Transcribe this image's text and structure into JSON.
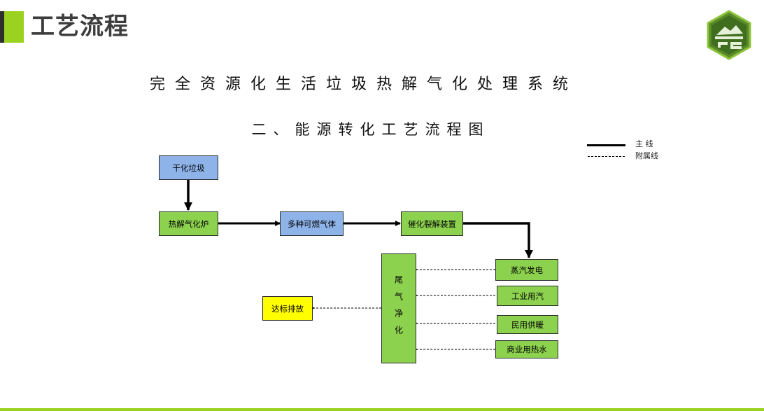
{
  "header": {
    "title": "工艺流程"
  },
  "diagram": {
    "title": "完全资源化生活垃圾热解气化处理系统",
    "subtitle": "二、能源转化工艺流程图",
    "legend": {
      "main_line": "主 线",
      "auxiliary_line": "附属线"
    },
    "nodes": {
      "dry_waste": "干化垃圾",
      "pyrolysis_furnace": "热解气化炉",
      "combustible_gas": "多种可燃气体",
      "catalytic_cracking": "催化裂解装置",
      "tail_gas_purification": "尾气净化",
      "discharge": "达标排放",
      "steam_power": "蒸汽发电",
      "industrial_steam": "工业用汽",
      "civil_heating": "民用供暖",
      "commercial_hot_water": "商业用热水"
    }
  },
  "colors": {
    "accent_green": "#9bd11f",
    "box_blue": "#8eb3e8",
    "box_green": "#8dd24f",
    "box_yellow": "#ffff00"
  }
}
